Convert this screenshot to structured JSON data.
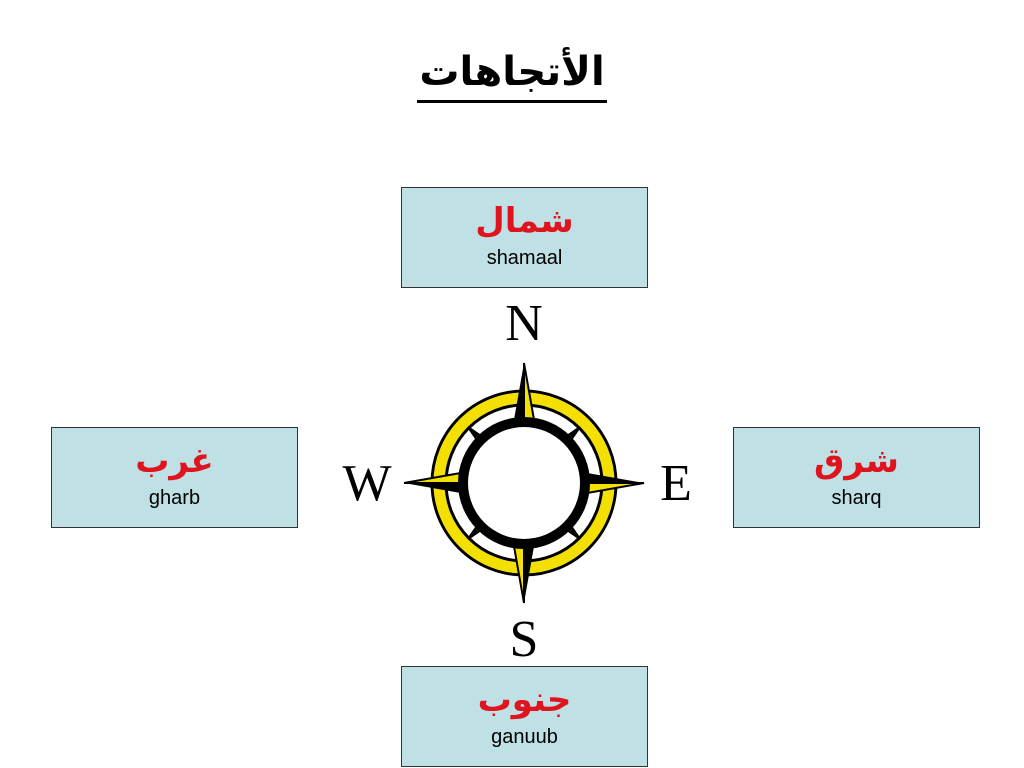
{
  "title": "الأتجاهات",
  "directions": {
    "north": {
      "arabic": "شمال",
      "translit": "shamaal"
    },
    "west": {
      "arabic": "غرب",
      "translit": "gharb"
    },
    "east": {
      "arabic": "شرق",
      "translit": "sharq"
    },
    "south": {
      "arabic": "جنوب",
      "translit": "ganuub"
    }
  },
  "compass": {
    "letters": {
      "n": "N",
      "w": "W",
      "e": "E",
      "s": "S"
    },
    "colors": {
      "ring": "#f4e000",
      "star": "#000000",
      "highlight": "#f4e000",
      "center": "#ffffff"
    }
  }
}
